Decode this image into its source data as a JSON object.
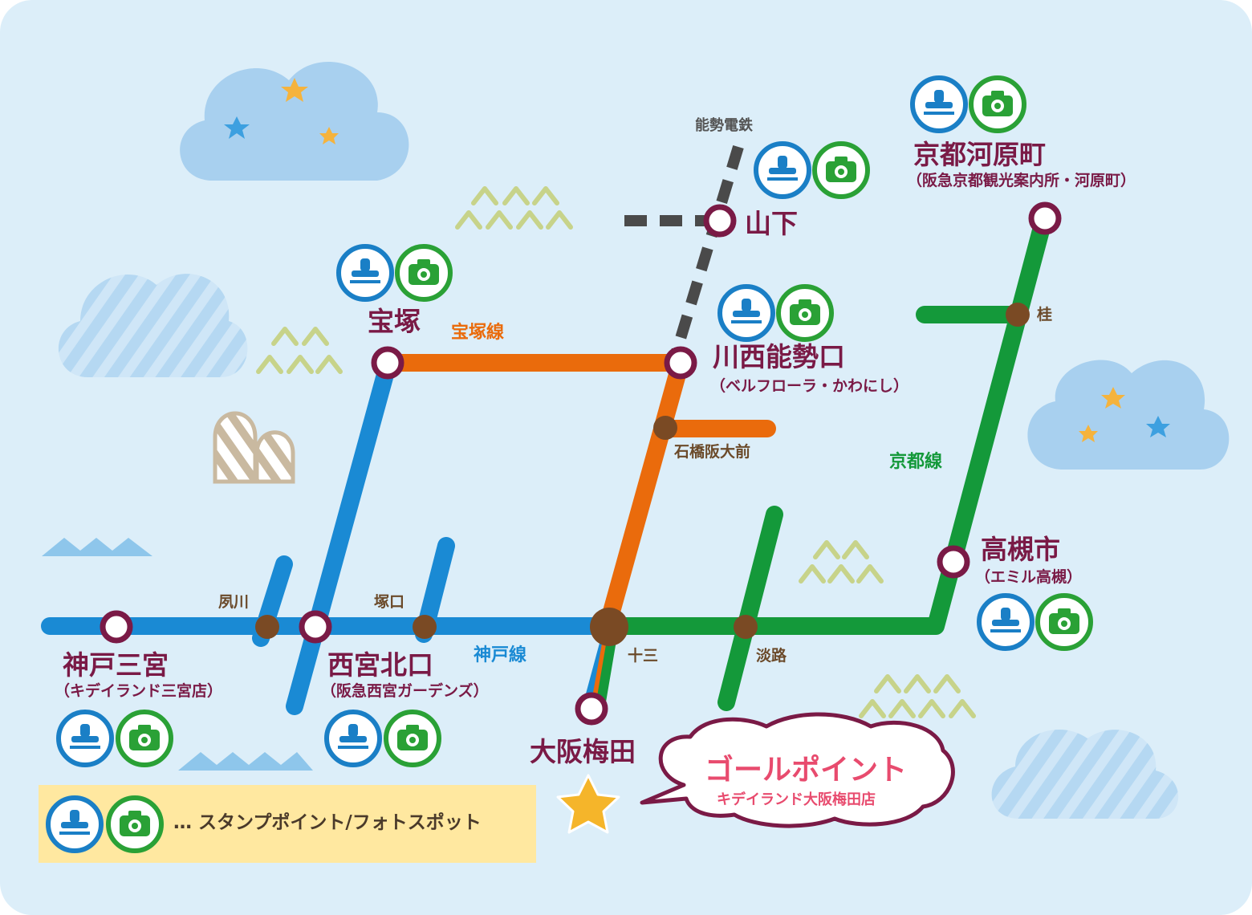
{
  "colors": {
    "background": "#dceef9",
    "kobe_line": "#1a8ad4",
    "takarazuka_line": "#ea6b0c",
    "kyoto_line": "#14993a",
    "nose_railway": "#4a4a4a",
    "station_ring": "#7a1a46",
    "transfer_dot": "#7a4a24",
    "stamp_icon": "#1a7fc6",
    "photo_icon": "#2aa136",
    "goal": "#e84b6e",
    "legend_bg": "#ffe8a0"
  },
  "lines": {
    "kobe": "神戸線",
    "takarazuka": "宝塚線",
    "kyoto": "京都線",
    "nose": "能勢電鉄"
  },
  "stations": {
    "kobe_sannomiya": {
      "name": "神戸三宮",
      "sub": "（キデイランド三宮店）",
      "stamp": true,
      "photo": true
    },
    "nishinomiya_kitaguchi": {
      "name": "西宮北口",
      "sub": "（阪急西宮ガーデンズ）",
      "stamp": true,
      "photo": true
    },
    "takarazuka": {
      "name": "宝塚",
      "stamp": true,
      "photo": true
    },
    "kawanishi_noseguchi": {
      "name": "川西能勢口",
      "sub": "（ベルフローラ・かわにし）",
      "stamp": true,
      "photo": true
    },
    "yamashita": {
      "name": "山下",
      "stamp": true,
      "photo": true
    },
    "kyoto_kawaramachi": {
      "name": "京都河原町",
      "sub": "（阪急京都観光案内所・河原町）",
      "stamp": true,
      "photo": true
    },
    "takatsuki_shi": {
      "name": "高槻市",
      "sub": "（エミル高槻）",
      "stamp": true,
      "photo": true
    },
    "osaka_umeda": {
      "name": "大阪梅田"
    }
  },
  "minor_stations": {
    "shukugawa": "夙川",
    "tsukaguchi": "塚口",
    "juso": "十三",
    "ishibashi": "石橋阪大前",
    "awaji": "淡路",
    "katsura": "桂"
  },
  "goal": {
    "title": "ゴールポイント",
    "sub": "キデイランド大阪梅田店"
  },
  "legend": {
    "text": "… スタンプポイント/フォトスポット",
    "icons": [
      "stamp-icon",
      "camera-icon"
    ]
  }
}
